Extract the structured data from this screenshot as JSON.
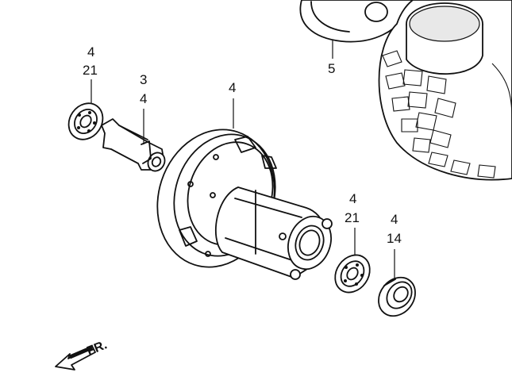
{
  "callouts": {
    "bearing_left_a": "4",
    "bearing_left_b": "21",
    "spacer_a": "3",
    "spacer_b": "4",
    "hub": "4",
    "tire": "5",
    "bearing_right_a": "4",
    "bearing_right_b": "21",
    "seal_a": "4",
    "seal_b": "14"
  },
  "direction_label": "FR."
}
